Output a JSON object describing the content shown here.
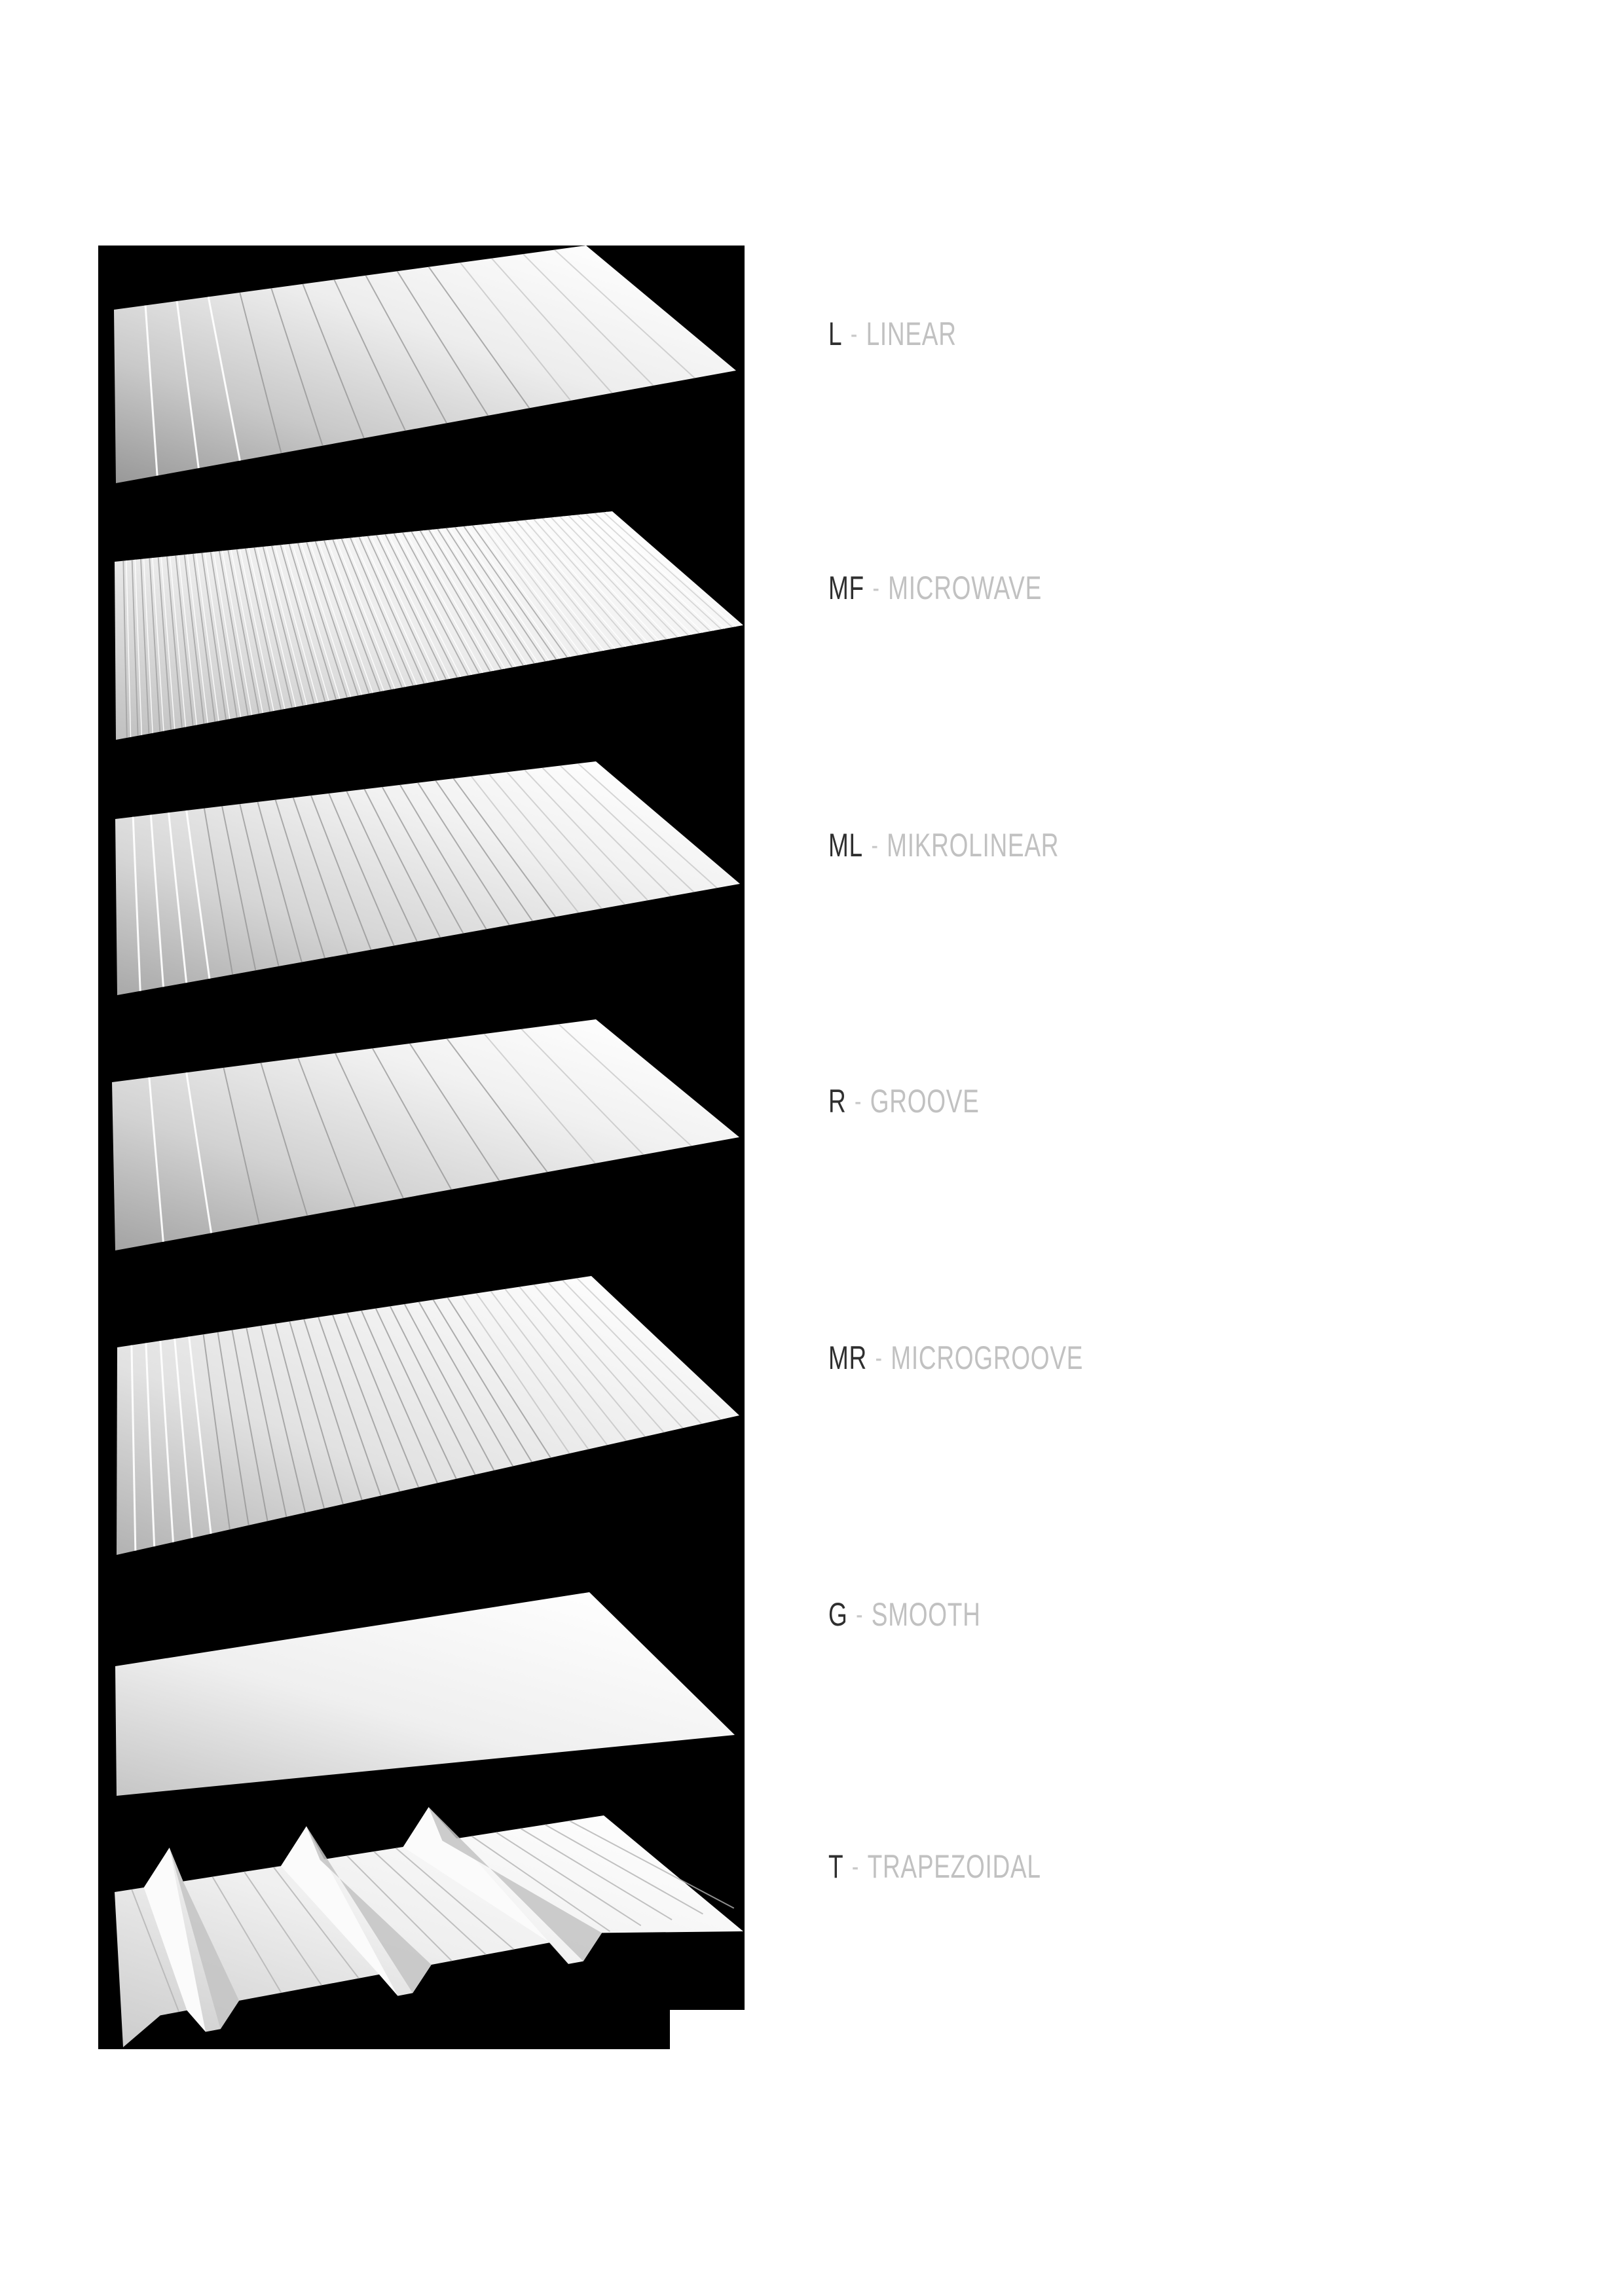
{
  "document": {
    "background_color": "#ffffff",
    "strip_color": "#000000",
    "code_color": "#2f2f2f",
    "name_color": "#c1c1c1"
  },
  "labels_separator": "-",
  "panels": [
    {
      "code": "L",
      "name": "LINEAR",
      "texture": "linear",
      "stripe_count": 14
    },
    {
      "code": "MF",
      "name": "MICROWAVE",
      "texture": "microwave",
      "stripe_count": 56
    },
    {
      "code": "ML",
      "name": "MIKROLINEAR",
      "texture": "mikrolinear",
      "stripe_count": 26
    },
    {
      "code": "R",
      "name": "GROOVE",
      "texture": "groove",
      "stripe_count": 12
    },
    {
      "code": "MR",
      "name": "MICROGROOVE",
      "texture": "microgroove",
      "stripe_count": 32
    },
    {
      "code": "G",
      "name": "SMOOTH",
      "texture": "smooth",
      "stripe_count": 0
    },
    {
      "code": "T",
      "name": "TRAPEZOIDAL",
      "texture": "trapezoidal",
      "stripe_count": 3
    }
  ]
}
